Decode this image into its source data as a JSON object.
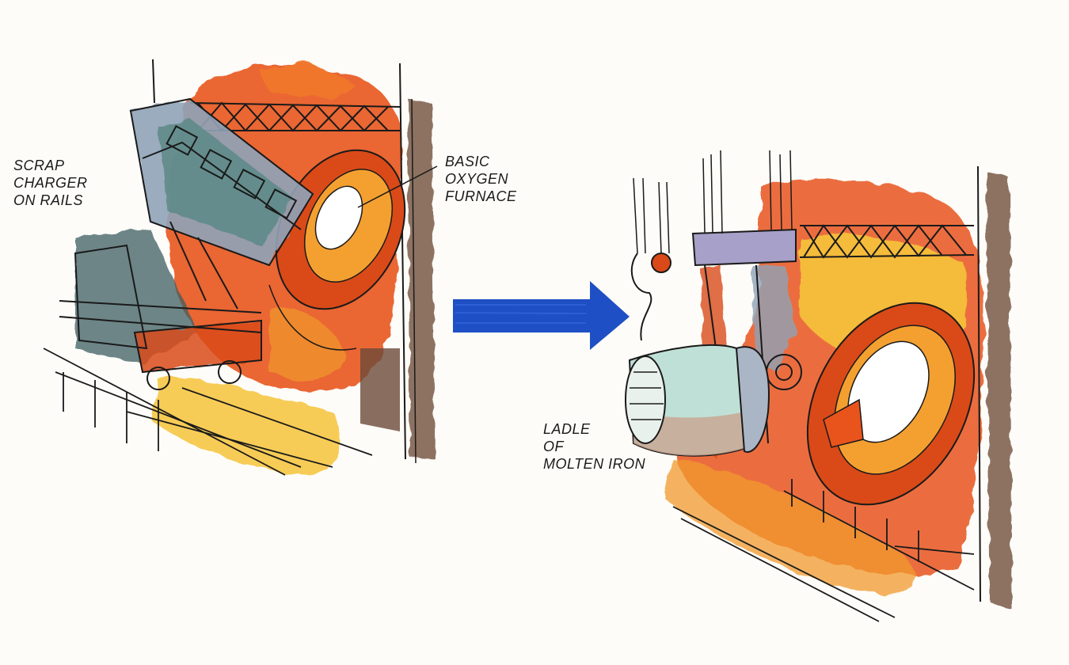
{
  "labels": {
    "scrap_charger": [
      "SCRAP",
      "CHARGER",
      "ON RAILS"
    ],
    "basic_oxygen_furnace": [
      "BASIC",
      "OXYGEN",
      "FURNACE"
    ],
    "ladle": [
      "LADLE",
      "OF",
      "MOLTEN IRON"
    ]
  },
  "colors": {
    "furnace_orange": "#e8541c",
    "glow_yellow": "#f6c43a",
    "steel_blue_gray": "#8fa3b8",
    "ladle_mint": "#bfe0d6",
    "pillar_brown": "#7a5a48",
    "arrow_blue": "#1f4fc4",
    "ink": "#1a1a1a"
  }
}
